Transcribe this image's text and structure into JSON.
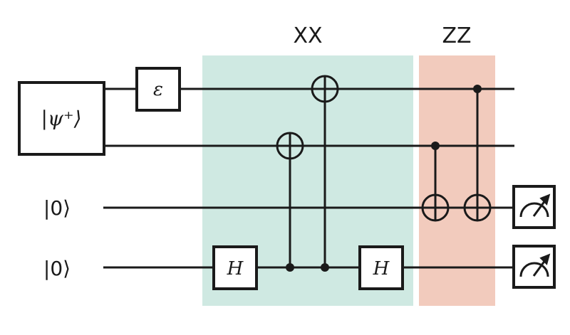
{
  "colors": {
    "xx_region": "#cfe9e2",
    "zz_region": "#f2cbbd",
    "ink": "#1a1a1a"
  },
  "regions": {
    "xx_label": "XX",
    "zz_label": "ZZ"
  },
  "inputs": {
    "bell_state": "|ψ⁺⟩",
    "ancilla_1": "|0⟩",
    "ancilla_2": "|0⟩"
  },
  "gates": {
    "error": "ε",
    "hadamard_1": "H",
    "hadamard_2": "H"
  },
  "measurements": [
    {
      "icon": "meter-icon"
    },
    {
      "icon": "meter-icon"
    }
  ]
}
